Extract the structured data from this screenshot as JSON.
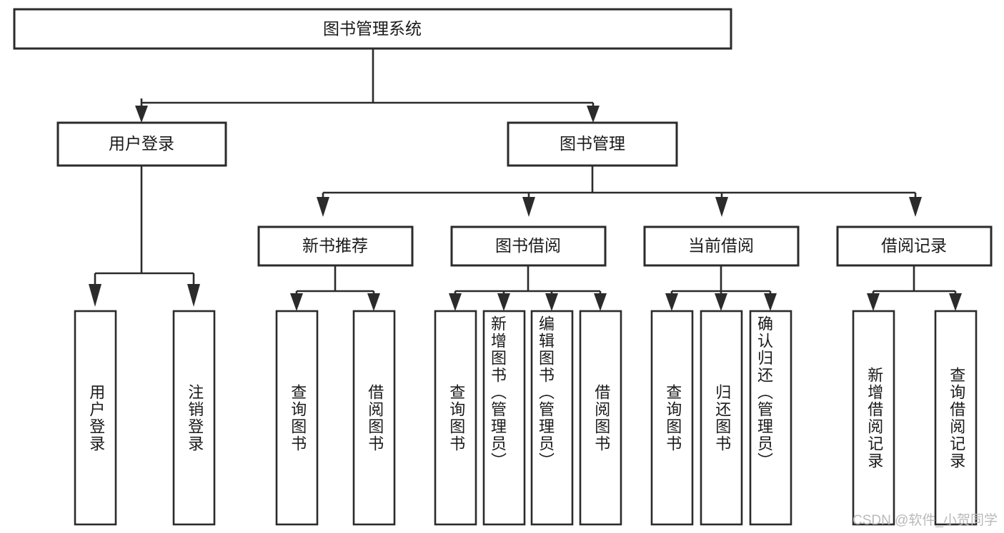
{
  "diagram": {
    "type": "tree-hierarchy-chart",
    "title": "图书管理系统",
    "root": {
      "id": "root",
      "label": "图书管理系统"
    },
    "level2": [
      {
        "id": "user-login",
        "label": "用户登录"
      },
      {
        "id": "book-manage",
        "label": "图书管理"
      }
    ],
    "level3": [
      {
        "id": "new-book-recommend",
        "label": "新书推荐"
      },
      {
        "id": "book-borrow",
        "label": "图书借阅"
      },
      {
        "id": "current-borrow",
        "label": "当前借阅"
      },
      {
        "id": "borrow-record",
        "label": "借阅记录"
      }
    ],
    "leaves": {
      "user-login": [
        {
          "id": "leaf-user-login",
          "label": "用户登录"
        },
        {
          "id": "leaf-user-logout",
          "label": "注销登录"
        }
      ],
      "new-book-recommend": [
        {
          "id": "leaf-query-book-1",
          "label": "查询图书"
        },
        {
          "id": "leaf-borrow-book-1",
          "label": "借阅图书"
        }
      ],
      "book-borrow": [
        {
          "id": "leaf-query-book-2",
          "label": "查询图书"
        },
        {
          "id": "leaf-add-book",
          "label": "新增图书（管理员）"
        },
        {
          "id": "leaf-edit-book",
          "label": "编辑图书（管理员）"
        },
        {
          "id": "leaf-borrow-book-2",
          "label": "借阅图书"
        }
      ],
      "current-borrow": [
        {
          "id": "leaf-query-book-3",
          "label": "查询图书"
        },
        {
          "id": "leaf-return-book",
          "label": "归还图书"
        },
        {
          "id": "leaf-confirm-return",
          "label": "确认归还（管理员）"
        }
      ],
      "borrow-record": [
        {
          "id": "leaf-add-record",
          "label": "新增借阅记录"
        },
        {
          "id": "leaf-query-record",
          "label": "查询借阅记录"
        }
      ]
    },
    "colors": {
      "stroke": "#2b2b2b",
      "fill": "#ffffff",
      "text": "#1a1a1a",
      "watermark": "#b9b9b9"
    }
  },
  "watermark": {
    "text": "CSDN @软件_小贺同学"
  }
}
